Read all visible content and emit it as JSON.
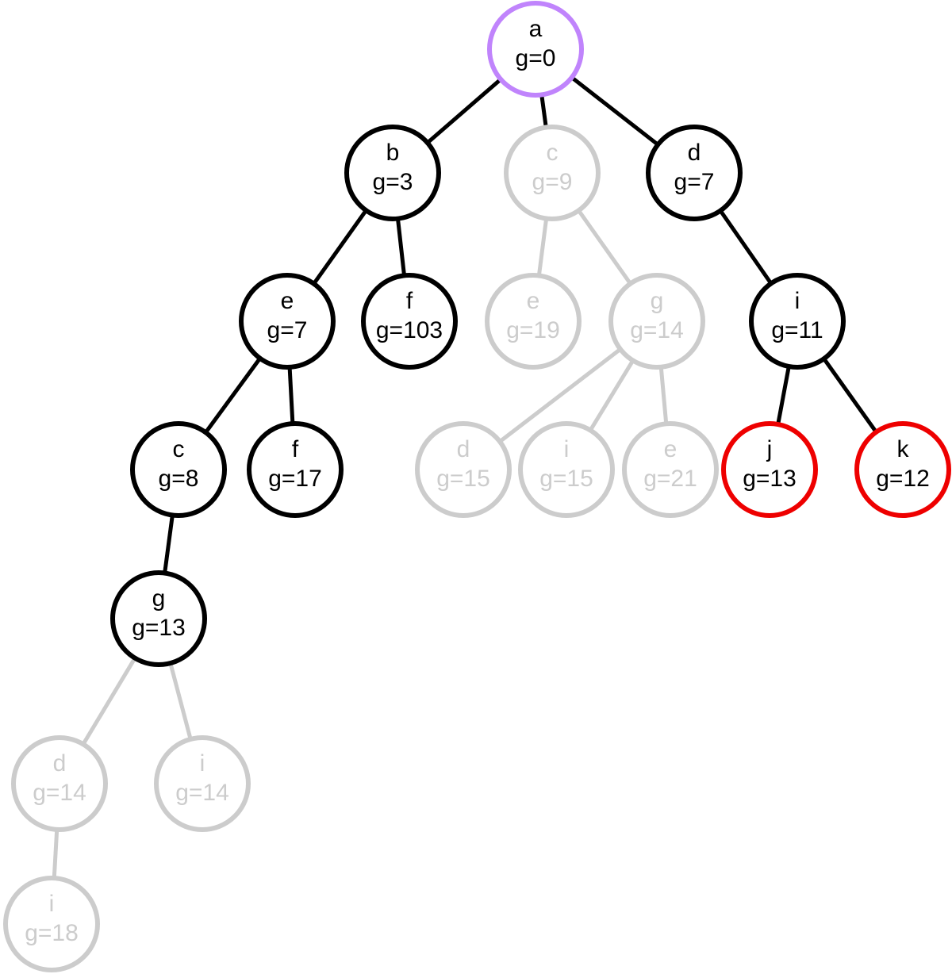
{
  "colors": {
    "root": "#c084fc",
    "expanded": "#000000",
    "frontier": "#ee0000",
    "pruned": "#cccccc",
    "text": "#000000",
    "pruned_text": "#cccccc",
    "background": "#ffffff"
  },
  "nodes": [
    {
      "id": "n_a",
      "label": "a",
      "g": "g=0",
      "status": "root"
    },
    {
      "id": "n_b",
      "label": "b",
      "g": "g=3",
      "status": "expanded"
    },
    {
      "id": "n_c1",
      "label": "c",
      "g": "g=9",
      "status": "pruned"
    },
    {
      "id": "n_d1",
      "label": "d",
      "g": "g=7",
      "status": "expanded"
    },
    {
      "id": "n_e1",
      "label": "e",
      "g": "g=7",
      "status": "expanded"
    },
    {
      "id": "n_f1",
      "label": "f",
      "g": "g=103",
      "status": "expanded"
    },
    {
      "id": "n_e2",
      "label": "e",
      "g": "g=19",
      "status": "pruned"
    },
    {
      "id": "n_g1",
      "label": "g",
      "g": "g=14",
      "status": "pruned"
    },
    {
      "id": "n_i1",
      "label": "i",
      "g": "g=11",
      "status": "expanded"
    },
    {
      "id": "n_c2",
      "label": "c",
      "g": "g=8",
      "status": "expanded"
    },
    {
      "id": "n_f2",
      "label": "f",
      "g": "g=17",
      "status": "expanded"
    },
    {
      "id": "n_d2",
      "label": "d",
      "g": "g=15",
      "status": "pruned"
    },
    {
      "id": "n_i2",
      "label": "i",
      "g": "g=15",
      "status": "pruned"
    },
    {
      "id": "n_e3",
      "label": "e",
      "g": "g=21",
      "status": "pruned"
    },
    {
      "id": "n_j",
      "label": "j",
      "g": "g=13",
      "status": "frontier"
    },
    {
      "id": "n_k",
      "label": "k",
      "g": "g=12",
      "status": "frontier"
    },
    {
      "id": "n_g2",
      "label": "g",
      "g": "g=13",
      "status": "expanded"
    },
    {
      "id": "n_d3",
      "label": "d",
      "g": "g=14",
      "status": "pruned"
    },
    {
      "id": "n_i3",
      "label": "i",
      "g": "g=14",
      "status": "pruned"
    },
    {
      "id": "n_i4",
      "label": "i",
      "g": "g=18",
      "status": "pruned"
    }
  ],
  "edges": [
    {
      "from": "n_a",
      "to": "n_b",
      "status": "expanded"
    },
    {
      "from": "n_a",
      "to": "n_c1",
      "status": "expanded"
    },
    {
      "from": "n_a",
      "to": "n_d1",
      "status": "expanded"
    },
    {
      "from": "n_b",
      "to": "n_e1",
      "status": "expanded"
    },
    {
      "from": "n_b",
      "to": "n_f1",
      "status": "expanded"
    },
    {
      "from": "n_c1",
      "to": "n_e2",
      "status": "pruned"
    },
    {
      "from": "n_c1",
      "to": "n_g1",
      "status": "pruned"
    },
    {
      "from": "n_d1",
      "to": "n_i1",
      "status": "expanded"
    },
    {
      "from": "n_e1",
      "to": "n_c2",
      "status": "expanded"
    },
    {
      "from": "n_e1",
      "to": "n_f2",
      "status": "expanded"
    },
    {
      "from": "n_g1",
      "to": "n_d2",
      "status": "pruned"
    },
    {
      "from": "n_g1",
      "to": "n_i2",
      "status": "pruned"
    },
    {
      "from": "n_g1",
      "to": "n_e3",
      "status": "pruned"
    },
    {
      "from": "n_i1",
      "to": "n_j",
      "status": "expanded"
    },
    {
      "from": "n_i1",
      "to": "n_k",
      "status": "expanded"
    },
    {
      "from": "n_c2",
      "to": "n_g2",
      "status": "expanded"
    },
    {
      "from": "n_g2",
      "to": "n_d3",
      "status": "pruned"
    },
    {
      "from": "n_g2",
      "to": "n_i3",
      "status": "pruned"
    },
    {
      "from": "n_d3",
      "to": "n_i4",
      "status": "pruned"
    }
  ]
}
